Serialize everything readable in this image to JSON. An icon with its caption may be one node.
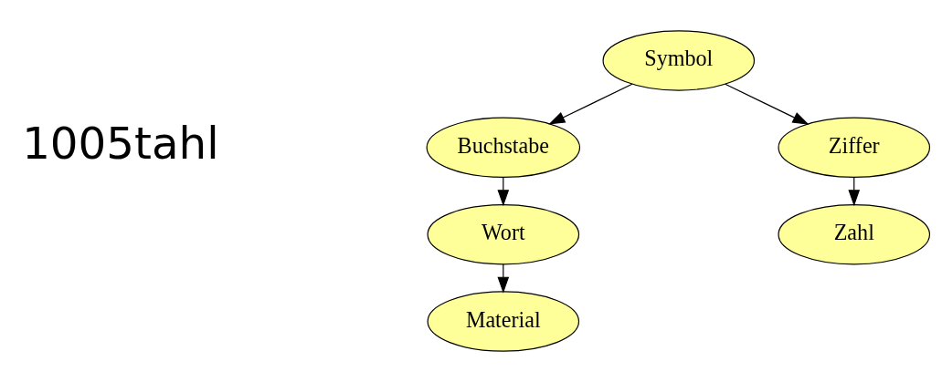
{
  "diagram": {
    "nodes": [
      {
        "text": [
          "Symbol"
        ]
      },
      {
        "text": [
          "Buchstabe"
        ]
      },
      {
        "text": [
          "Ziffer"
        ]
      },
      {
        "text": [
          "Wort"
        ]
      },
      {
        "text": [
          "Zahl"
        ]
      },
      {
        "text": [
          "Material"
        ]
      }
    ],
    "edges": [
      {
        "from": 0,
        "to": 1,
        "arrow": "to"
      },
      {
        "from": 0,
        "to": 2,
        "arrow": "to"
      },
      {
        "from": 1,
        "to": 3,
        "arrow": "to"
      },
      {
        "from": 2,
        "to": 4,
        "arrow": "to"
      },
      {
        "from": 3,
        "to": 5,
        "arrow": "to"
      }
    ],
    "labels": [
      "1005tahl"
    ]
  }
}
